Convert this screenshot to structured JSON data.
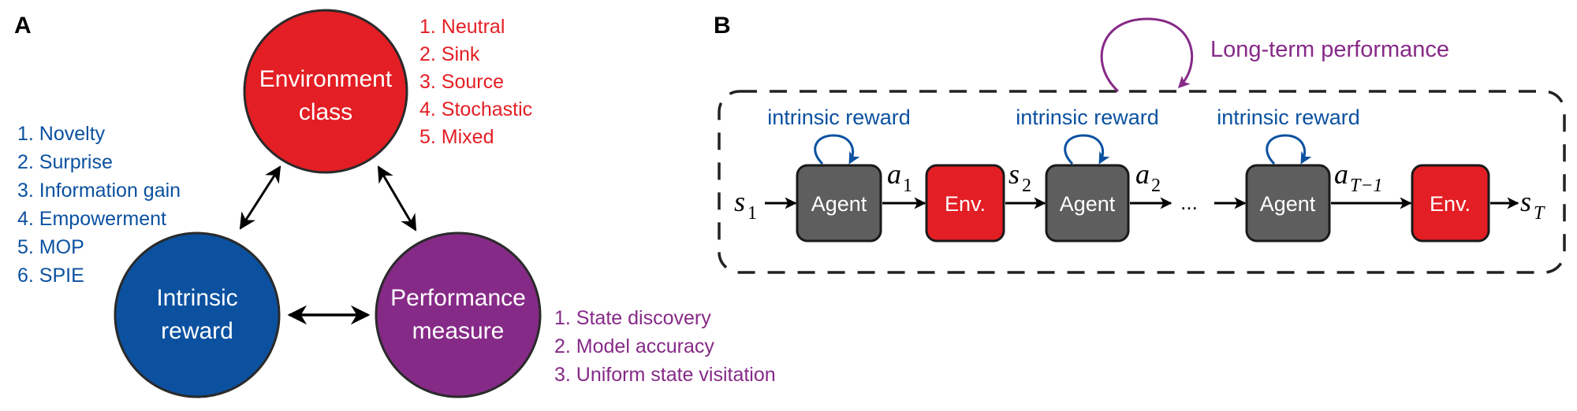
{
  "colors": {
    "red": "#e31e24",
    "blue": "#0b51a0",
    "purple": "#862a87",
    "gray": "#5e5e5e",
    "outline": "#222222"
  },
  "panel_a": {
    "label": "A",
    "nodes": {
      "environment": {
        "line1": "Environment",
        "line2": "class"
      },
      "intrinsic": {
        "line1": "Intrinsic",
        "line2": "reward"
      },
      "performance": {
        "line1": "Performance",
        "line2": "measure"
      }
    },
    "environment_list": [
      "1. Neutral",
      "2. Sink",
      "3. Source",
      "4. Stochastic",
      "5. Mixed"
    ],
    "intrinsic_list": [
      "1. Novelty",
      "2. Surprise",
      "3. Information gain",
      "4. Empowerment",
      "5. MOP",
      "6. SPIE"
    ],
    "performance_list": [
      "1. State discovery",
      "2. Model accuracy",
      "3. Uniform state visitation"
    ]
  },
  "panel_b": {
    "label": "B",
    "long_term": "Long-term performance",
    "intrinsic_reward": "intrinsic reward",
    "agent": "Agent",
    "env": "Env.",
    "ellipsis": "...",
    "symbols": {
      "s1": {
        "base": "s",
        "sub": "1"
      },
      "a1": {
        "base": "a",
        "sub": "1"
      },
      "s2": {
        "base": "s",
        "sub": "2"
      },
      "a2": {
        "base": "a",
        "sub": "2"
      },
      "aT1": {
        "base": "a",
        "sub": "T−1"
      },
      "sT": {
        "base": "s",
        "sub": "T"
      }
    }
  }
}
